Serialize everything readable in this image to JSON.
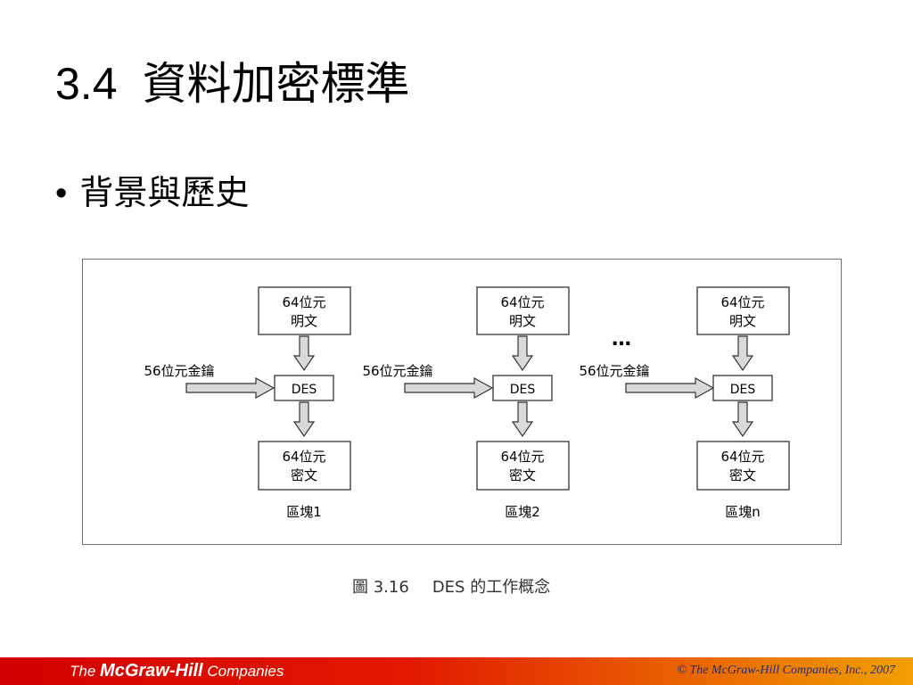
{
  "slide": {
    "section_number": "3.4",
    "title": "資料加密標準",
    "bullet_symbol": "•",
    "bullet": "背景與歷史"
  },
  "diagram": {
    "blocks": [
      {
        "input_line1": "64位元",
        "input_line2": "明文",
        "key_label": "56位元金鑰",
        "cipher": "DES",
        "output_line1": "64位元",
        "output_line2": "密文",
        "label": "區塊1"
      },
      {
        "input_line1": "64位元",
        "input_line2": "明文",
        "key_label": "56位元金鑰",
        "cipher": "DES",
        "output_line1": "64位元",
        "output_line2": "密文",
        "label": "區塊2"
      },
      {
        "input_line1": "64位元",
        "input_line2": "明文",
        "key_label": "56位元金鑰",
        "cipher": "DES",
        "output_line1": "64位元",
        "output_line2": "密文",
        "label": "區塊n"
      }
    ],
    "ellipsis": "…"
  },
  "caption": {
    "number": "圖 3.16",
    "text": "DES 的工作概念"
  },
  "footer": {
    "brand_prefix": "The",
    "brand_name": "McGraw-Hill",
    "brand_suffix": "Companies",
    "copyright": "© The McGraw-Hill Companies, Inc., 2007"
  },
  "colors": {
    "footer_start": "#d40000",
    "footer_end": "#f0a000",
    "arrow_fill": "#d9d9d9"
  }
}
